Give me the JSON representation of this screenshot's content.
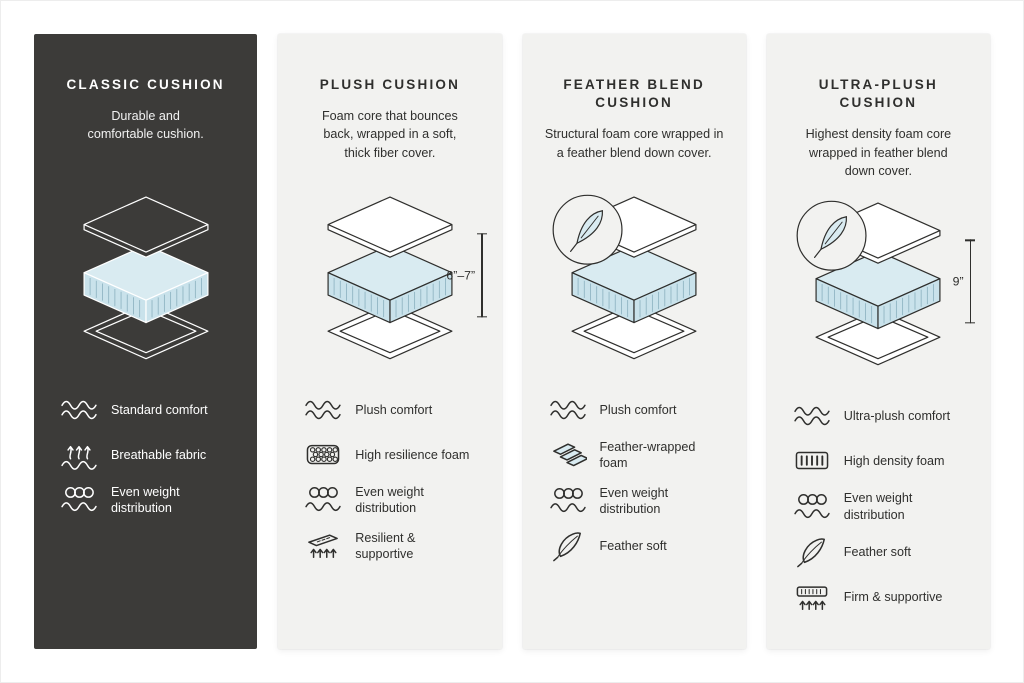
{
  "colors": {
    "panel_dark": "#3c3b39",
    "panel_light": "#f2f2f0",
    "stroke_dark": "#2f2f2d",
    "stroke_light": "#ffffff",
    "foam_top": "#d9ebf1",
    "foam_side": "#c9e2eb",
    "foam_hatch": "#8fb4c2"
  },
  "panels": [
    {
      "theme": "dark",
      "title": "CLASSIC CUSHION",
      "description": "Durable and\ncomfortable cushion.",
      "illustration": {
        "feather_badge": false,
        "measurement": null
      },
      "features": [
        {
          "icon": "waves",
          "label": "Standard comfort"
        },
        {
          "icon": "breathable",
          "label": "Breathable fabric"
        },
        {
          "icon": "weight-distribution",
          "label": "Even weight distribution"
        }
      ]
    },
    {
      "theme": "light",
      "title": "PLUSH CUSHION",
      "description": "Foam core that bounces\nback, wrapped in a soft,\nthick fiber cover.",
      "illustration": {
        "feather_badge": false,
        "measurement": "6”–7”"
      },
      "features": [
        {
          "icon": "waves",
          "label": "Plush comfort"
        },
        {
          "icon": "resilience-foam",
          "label": "High resilience foam"
        },
        {
          "icon": "weight-distribution",
          "label": "Even weight distribution"
        },
        {
          "icon": "supportive",
          "label": "Resilient & supportive"
        }
      ]
    },
    {
      "theme": "light",
      "title": "FEATHER BLEND\nCUSHION",
      "description": "Structural foam core wrapped in\na feather blend down cover.",
      "illustration": {
        "feather_badge": true,
        "measurement": null
      },
      "features": [
        {
          "icon": "waves",
          "label": "Plush comfort"
        },
        {
          "icon": "feather-foam",
          "label": "Feather-wrapped foam"
        },
        {
          "icon": "weight-distribution",
          "label": "Even weight distribution"
        },
        {
          "icon": "feather",
          "label": "Feather soft"
        }
      ]
    },
    {
      "theme": "light",
      "title": "ULTRA-PLUSH\nCUSHION",
      "description": "Highest density foam core\nwrapped in feather blend\ndown cover.",
      "illustration": {
        "feather_badge": true,
        "measurement": "9”"
      },
      "features": [
        {
          "icon": "waves",
          "label": "Ultra-plush comfort"
        },
        {
          "icon": "density-foam",
          "label": "High density foam"
        },
        {
          "icon": "weight-distribution",
          "label": "Even weight distribution"
        },
        {
          "icon": "feather",
          "label": "Feather soft"
        },
        {
          "icon": "firm-supportive",
          "label": "Firm & supportive"
        }
      ]
    }
  ]
}
